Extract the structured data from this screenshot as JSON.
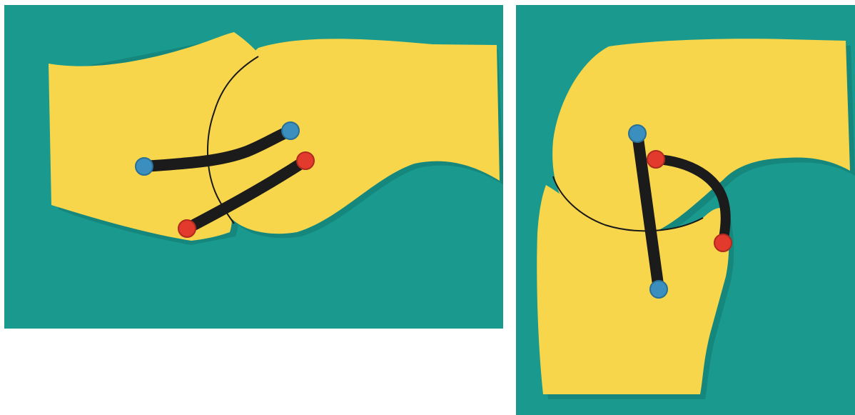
{
  "figure": {
    "panels": [
      {
        "id": "left",
        "subject": "knee-model-extension"
      },
      {
        "id": "right",
        "subject": "knee-model-flexion"
      }
    ]
  },
  "colors": {
    "background": "#1a9a8f",
    "bone": "#f8d64b",
    "bone_shadow": "#12786f",
    "ligament": "#1b1b1b",
    "anterior_pin": "#3a8fbf",
    "posterior_pin": "#e23a2c",
    "outline": "#1a1a1a"
  }
}
